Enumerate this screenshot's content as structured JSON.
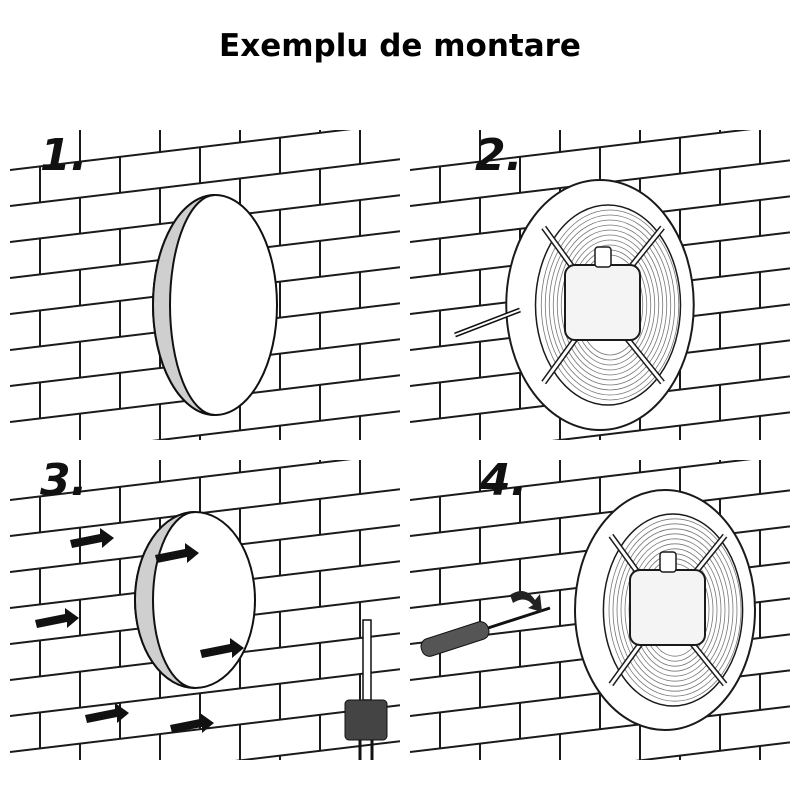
{
  "title": "Exemplu de montare",
  "steps": [
    {
      "number": "1."
    },
    {
      "number": "2."
    },
    {
      "number": "3."
    },
    {
      "number": "4."
    }
  ],
  "colors": {
    "line": "#1a1a1a",
    "hole_fill": "#d0d0d0"
  }
}
